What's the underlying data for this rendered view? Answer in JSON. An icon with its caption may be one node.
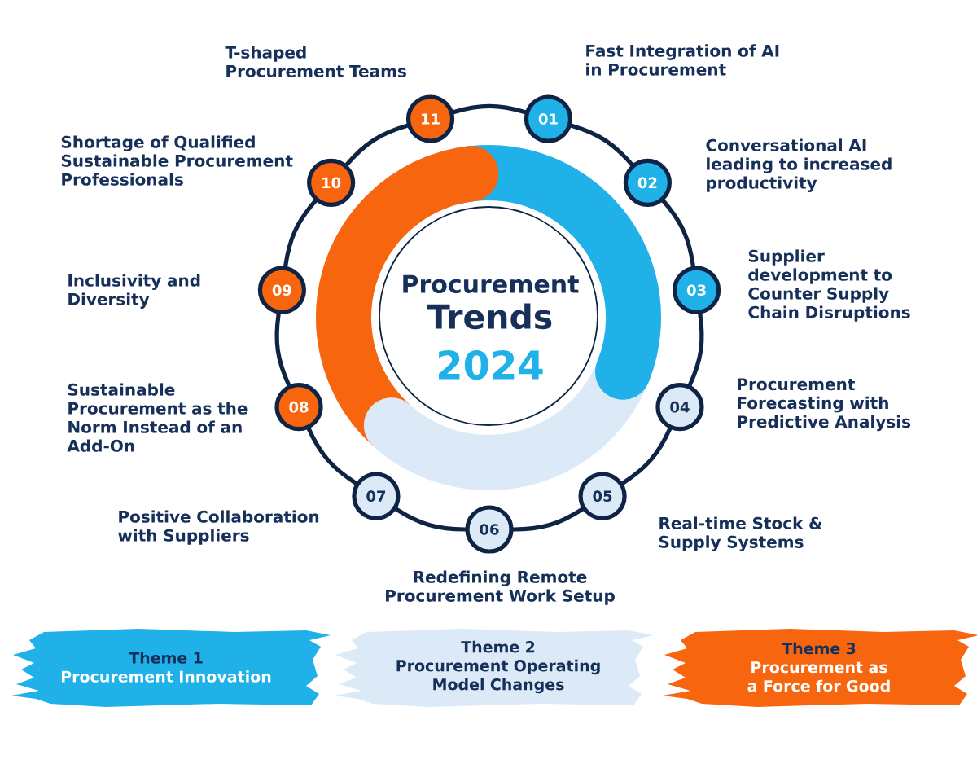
{
  "diagram": {
    "nodes": [
      {
        "text": [
          "Procurement",
          "Trends",
          "2024"
        ]
      },
      {
        "text": [
          "01"
        ],
        "beside": [
          "Fast Integration of AI in Procurement"
        ]
      },
      {
        "text": [
          "02"
        ],
        "beside": [
          "Conversational AI leading to increased productivity"
        ]
      },
      {
        "text": [
          "03"
        ],
        "beside": [
          "Supplier development to Counter Supply Chain Disruptions"
        ]
      },
      {
        "text": [
          "04"
        ],
        "beside": [
          "Procurement Forecasting with Predictive Analysis"
        ]
      },
      {
        "text": [
          "05"
        ],
        "beside": [
          "Real-time Stock & Supply Systems"
        ]
      },
      {
        "text": [
          "06"
        ],
        "beside": [
          "Redefining Remote Procurement Work Setup"
        ]
      },
      {
        "text": [
          "07"
        ],
        "beside": [
          "Positive Collaboration with Suppliers"
        ]
      },
      {
        "text": [
          "08"
        ],
        "beside": [
          "Sustainable Procurement as the Norm Instead of an Add-On"
        ]
      },
      {
        "text": [
          "09"
        ],
        "beside": [
          "Inclusivity and Diversity"
        ]
      },
      {
        "text": [
          "10"
        ],
        "beside": [
          "Shortage of Qualified Sustainable Procurement Professionals"
        ]
      },
      {
        "text": [
          "11"
        ],
        "beside": [
          "T-shaped Procurement Teams"
        ]
      },
      {
        "text": [
          "Theme 1",
          "Procurement Innovation"
        ]
      },
      {
        "text": [
          "Theme 2",
          "Procurement Operating Model Changes"
        ]
      },
      {
        "text": [
          "Theme 3",
          "Procurement as a Force for Good"
        ]
      }
    ],
    "edges": [
      {
        "from": 1,
        "to": 2,
        "arrow": "none"
      },
      {
        "from": 2,
        "to": 3,
        "arrow": "none"
      },
      {
        "from": 3,
        "to": 4,
        "arrow": "none"
      },
      {
        "from": 4,
        "to": 5,
        "arrow": "none"
      },
      {
        "from": 5,
        "to": 6,
        "arrow": "none"
      },
      {
        "from": 6,
        "to": 7,
        "arrow": "none"
      },
      {
        "from": 7,
        "to": 8,
        "arrow": "none"
      },
      {
        "from": 8,
        "to": 9,
        "arrow": "none"
      },
      {
        "from": 9,
        "to": 10,
        "arrow": "none"
      },
      {
        "from": 10,
        "to": 11,
        "arrow": "none"
      },
      {
        "from": 11,
        "to": 1,
        "arrow": "none"
      }
    ]
  }
}
